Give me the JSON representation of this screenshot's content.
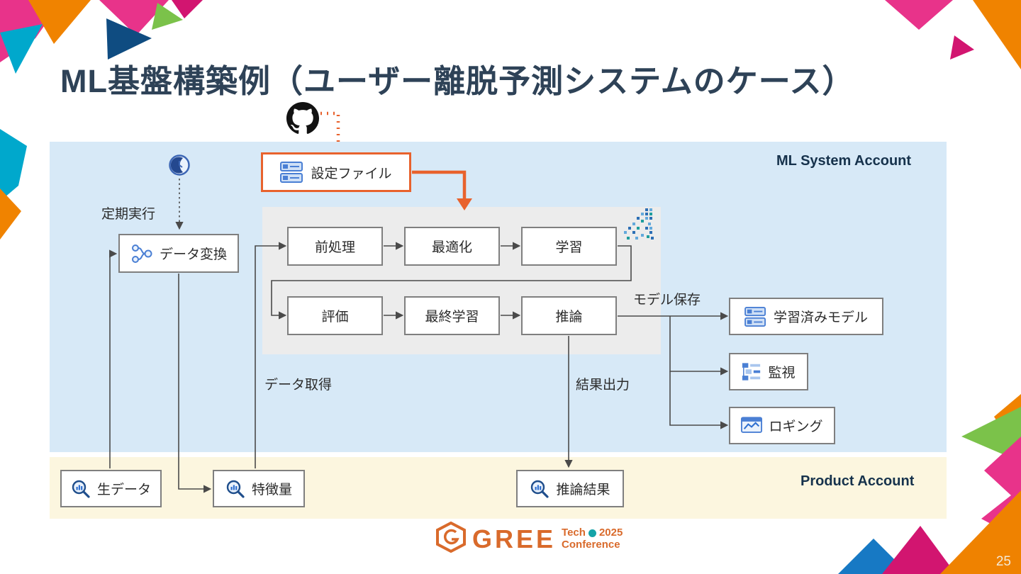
{
  "page": {
    "title": "ML基盤構築例（ユーザー離脱予測システムのケース）",
    "page_number": "25"
  },
  "accounts": {
    "ml_system": "ML System Account",
    "product": "Product Account"
  },
  "nodes": {
    "config_file": "設定ファイル",
    "data_transform": "データ変換",
    "preprocess": "前処理",
    "optimize": "最適化",
    "train": "学習",
    "evaluate": "評価",
    "final_train": "最終学習",
    "inference": "推論",
    "trained_model": "学習済みモデル",
    "monitoring": "監視",
    "logging": "ロギング",
    "raw_data": "生データ",
    "features": "特徴量",
    "inference_result": "推論結果"
  },
  "flow_labels": {
    "periodic_run": "定期実行",
    "model_save": "モデル保存",
    "data_fetch": "データ取得",
    "result_output": "結果出力"
  },
  "footer": {
    "brand": "GREE",
    "tech": "Tech",
    "year": "2025",
    "conference": "Conference"
  },
  "colors": {
    "accent_orange": "#e8622d",
    "region_blue": "#d7e9f7",
    "region_cream": "#fcf6df",
    "icon_blue": "#4a7fd4",
    "title_navy": "#2e4257"
  }
}
